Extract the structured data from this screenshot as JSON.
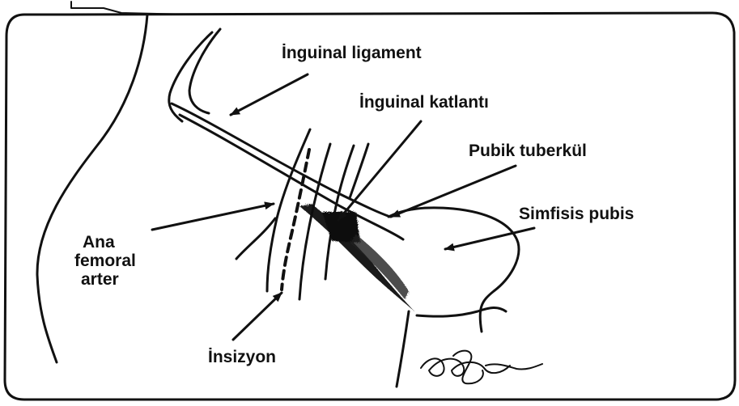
{
  "labels": {
    "inguinal_ligament": "İnguinal ligament",
    "inguinal_fold": "İnguinal katlantı",
    "pubic_tubercle": "Pubik tuberkül",
    "symphysis_pubis": "Simfisis pubis",
    "femoral_artery_line1": "Ana",
    "femoral_artery_line2": "femoral",
    "femoral_artery_line3": "arter",
    "incision": "İnsizyon"
  },
  "colors": {
    "ink": "#111111",
    "background": "#ffffff"
  }
}
